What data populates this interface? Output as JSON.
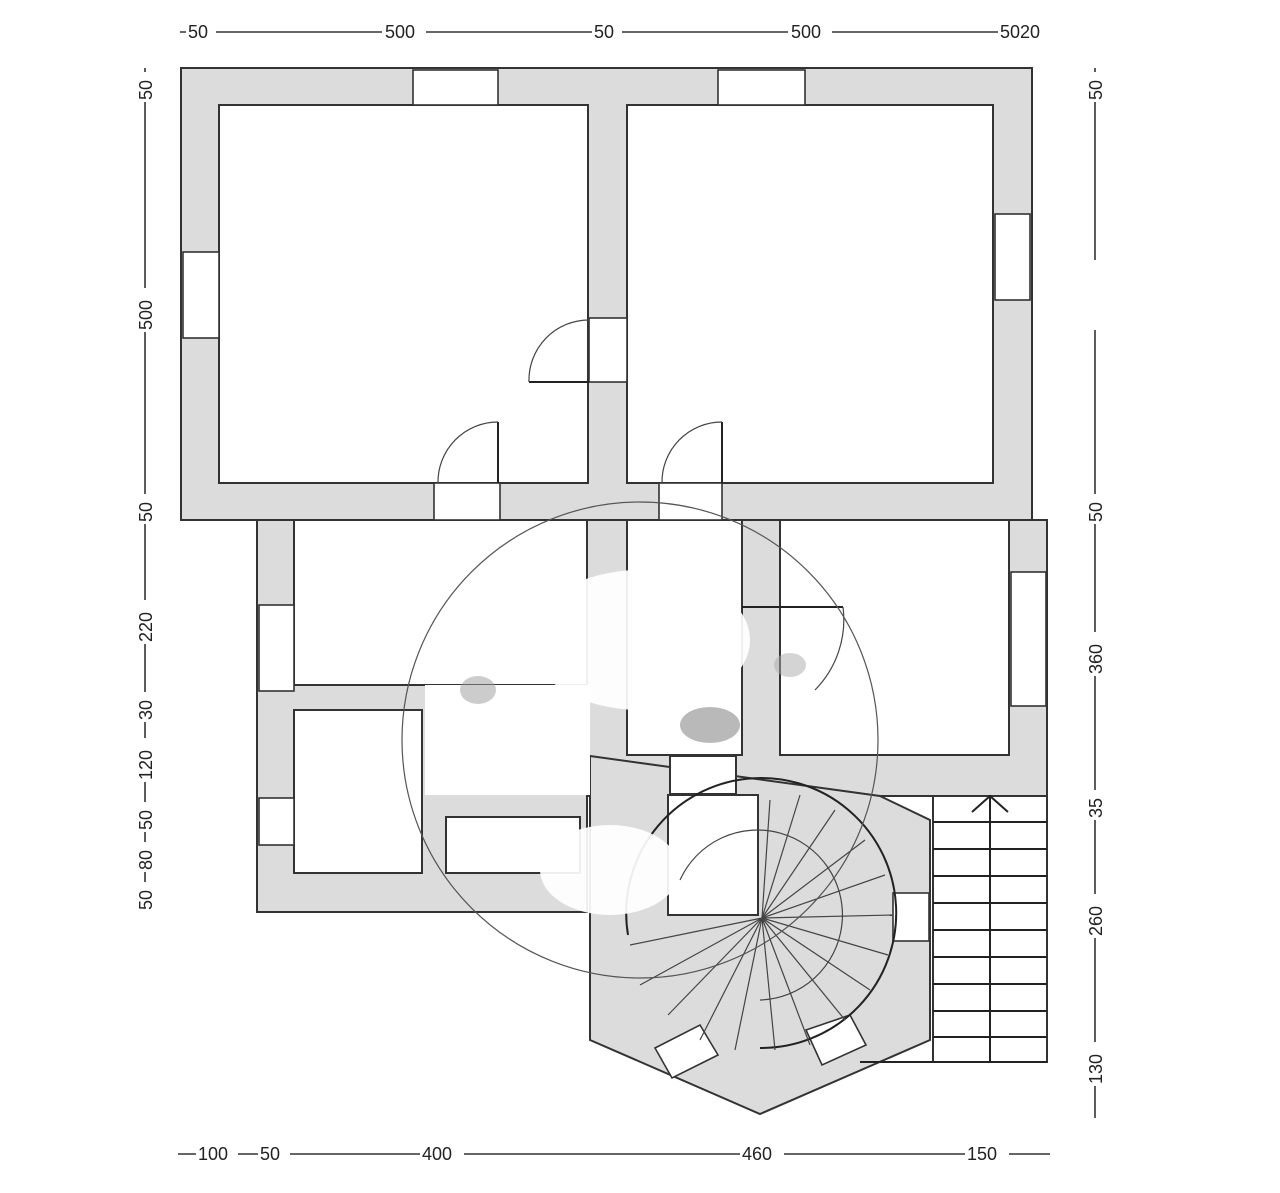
{
  "drawing": {
    "type": "floor-plan",
    "colors": {
      "wall": "#dcdcdc",
      "line": "#333333",
      "background": "#ffffff"
    }
  },
  "dimensions": {
    "top": [
      "50",
      "500",
      "50",
      "500",
      "5020"
    ],
    "bottom": [
      "100",
      "50",
      "400",
      "460",
      "150"
    ],
    "left": [
      "50",
      "500",
      "50",
      "220",
      "30",
      "120",
      "50",
      "80",
      "50"
    ],
    "left_overlap": [
      "50",
      "30",
      "50"
    ],
    "right": [
      "50",
      "50",
      "360",
      "35",
      "260",
      "130"
    ]
  }
}
